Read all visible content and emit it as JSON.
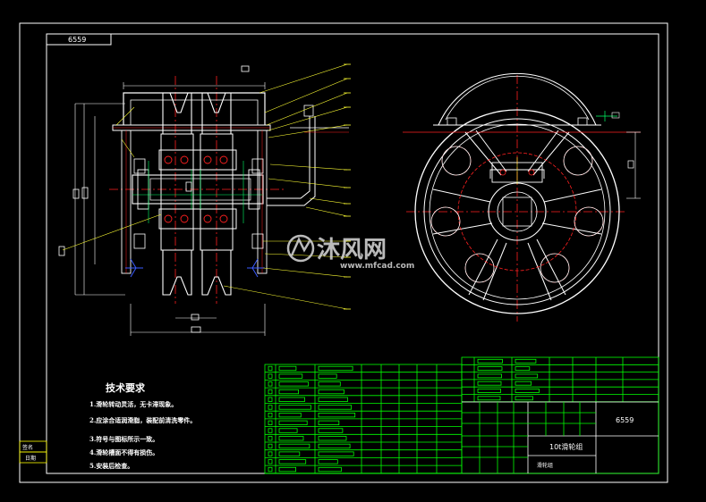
{
  "drawing": {
    "number": "6559",
    "title": "10t滑轮组",
    "subtitle": "滑轮组"
  },
  "tech": {
    "heading": "技术要求",
    "notes": [
      "1.滑轮转动灵活，无卡滞现象。",
      "2.应涂合适润滑脂，装配前清洗零件。",
      "3.符号与图标所示一致。",
      "4.滑轮槽面不得有损伤。",
      "5.安装后检查。"
    ]
  },
  "side_stamp": [
    "签名",
    "日期"
  ],
  "watermark": {
    "brand": "沐风网",
    "url": "www.mfcad.com"
  },
  "colors": {
    "background": "#000000",
    "frame": "#ffffff",
    "outline": "#ffffff",
    "centerline": "#ff2020",
    "dimension": "#00ff66",
    "hidden": "#00e5ff",
    "leader": "#ffff33",
    "table": "#00ff00",
    "accent": "#3a5bff",
    "watermark": "#cfcfcf"
  }
}
